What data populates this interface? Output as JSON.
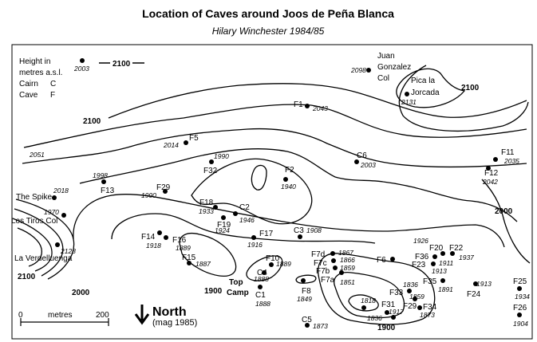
{
  "title": "Location of Caves around Joos de Peña Blanca",
  "subtitle": "Hilary Winchester  1984/85",
  "legend": {
    "line1": "Height in",
    "line2": "metres a.s.l.",
    "cairn": "Cairn",
    "cairn_code": "C",
    "cave": "Cave",
    "cave_code": "F"
  },
  "legend_point_height": "2003",
  "legend_contour_value": "2100",
  "place_names": {
    "juan": "Juan",
    "gonzalez": "Gonzalez",
    "col": "Col",
    "pica": "Pica la",
    "jorcada": "Jorcada",
    "spike": "The Spike",
    "tiros": "Los Tiros Col",
    "verdelluenga": "La Verdelluenga",
    "top": "Top",
    "camp": "Camp"
  },
  "contour_labels": {
    "c1": "2100",
    "c2": "2100",
    "c3": "2000",
    "c4": "2100",
    "c5": "2000",
    "c6": "1900",
    "c7": "1900"
  },
  "points": [
    {
      "id": "jgcol",
      "height": "2098"
    },
    {
      "id": "pica",
      "height": "2131"
    },
    {
      "id": "F1",
      "label": "F1",
      "height": "2043"
    },
    {
      "id": "F5",
      "label": "F5",
      "height": "2014"
    },
    {
      "id": "p2051",
      "height": "2051"
    },
    {
      "id": "C6",
      "label": "C6",
      "height": "2003"
    },
    {
      "id": "F11",
      "label": "F11",
      "height": "2035"
    },
    {
      "id": "F12",
      "label": "F12",
      "height": "2042"
    },
    {
      "id": "F32",
      "label": "F32",
      "height": "1990"
    },
    {
      "id": "F2",
      "label": "F2",
      "height": "1940"
    },
    {
      "id": "F13",
      "label": "F13",
      "height": "1998"
    },
    {
      "id": "F29",
      "label": "F29",
      "height": "1990"
    },
    {
      "id": "spike",
      "height": "2018"
    },
    {
      "id": "tiros",
      "height": "1970"
    },
    {
      "id": "verd",
      "height": "2128"
    },
    {
      "id": "F18",
      "label": "F18",
      "height": "1933"
    },
    {
      "id": "C2",
      "label": "C2",
      "height": "1946"
    },
    {
      "id": "F19",
      "label": "F19",
      "height": "1924"
    },
    {
      "id": "F17",
      "label": "F17",
      "height": "1916"
    },
    {
      "id": "C3",
      "label": "C3",
      "height": "1908"
    },
    {
      "id": "F14",
      "label": "F14",
      "height": "1918"
    },
    {
      "id": "F16",
      "label": "F16",
      "height": "1889"
    },
    {
      "id": "F15",
      "label": "F15",
      "height": "1887"
    },
    {
      "id": "F10",
      "label": "F10",
      "height": "1889"
    },
    {
      "id": "C4",
      "label": "C4",
      "height": "1888"
    },
    {
      "id": "C1",
      "label": "C1",
      "height": "1888"
    },
    {
      "id": "F7d",
      "label": "F7d",
      "height": "1867"
    },
    {
      "id": "F7c",
      "label": "F7c",
      "height": "1866"
    },
    {
      "id": "F7b",
      "label": "F7b",
      "height": "1859"
    },
    {
      "id": "F7a",
      "label": "F7a",
      "height": "1851"
    },
    {
      "id": "F8",
      "label": "F8",
      "height": "1849"
    },
    {
      "id": "F6",
      "label": "F6"
    },
    {
      "id": "p1926",
      "height": "1926"
    },
    {
      "id": "F20",
      "label": "F20"
    },
    {
      "id": "F22",
      "label": "F22",
      "height": "1937"
    },
    {
      "id": "F36",
      "label": "F36"
    },
    {
      "id": "F23",
      "label": "F23",
      "height": "1911"
    },
    {
      "id": "p1913",
      "height": "1913"
    },
    {
      "id": "F35",
      "label": "F35",
      "height": "1891"
    },
    {
      "id": "F33",
      "label": "F33",
      "height": "1836"
    },
    {
      "id": "F31",
      "label": "F31",
      "height": "1818"
    },
    {
      "id": "F30",
      "height": "1836"
    },
    {
      "id": "F29b",
      "label": "F29",
      "height": "1859"
    },
    {
      "id": "F34",
      "label": "F34",
      "height": "1873"
    },
    {
      "id": "F24",
      "label": "F24",
      "height": "1913"
    },
    {
      "id": "F25",
      "label": "F25",
      "height": "1934"
    },
    {
      "id": "F26",
      "label": "F26",
      "height": "1904"
    },
    {
      "id": "F27",
      "height": "1917"
    },
    {
      "id": "C5",
      "label": "C5",
      "height": "1873"
    },
    {
      "id": "p2003",
      "height": "2003"
    }
  ],
  "north": {
    "label": "North",
    "note": "(mag 1985)"
  },
  "scale": {
    "start": "0",
    "label": "metres",
    "end": "200"
  }
}
